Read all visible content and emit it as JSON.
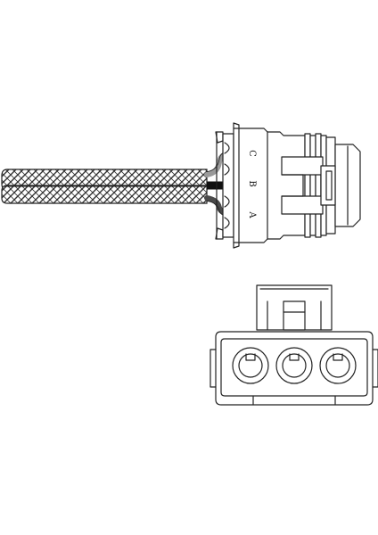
{
  "pin_labels": {
    "c": "C",
    "b": "B",
    "a": "A"
  },
  "wire_colors": {
    "c": "#9a9a9a",
    "b": "#111111",
    "a": "#4a4a4a"
  },
  "line_color": "#222222",
  "icons": {
    "cable": "braided-sensor-cable-icon",
    "connector": "three-pin-connector-icon"
  }
}
